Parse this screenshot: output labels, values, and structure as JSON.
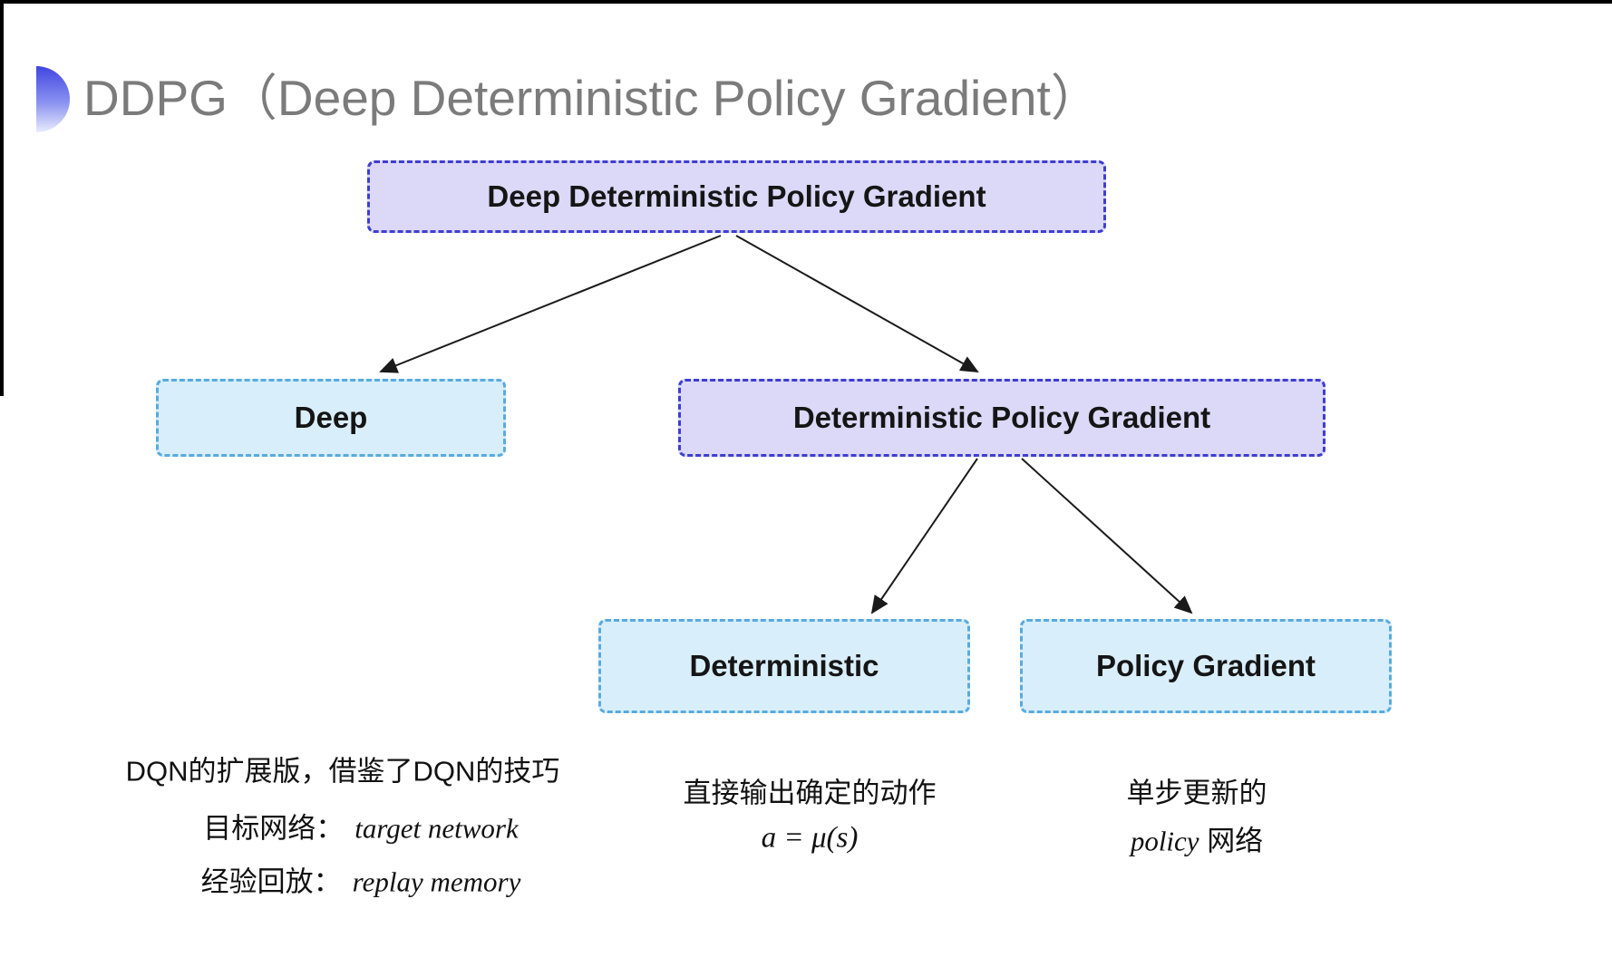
{
  "page": {
    "title": "DDPG（Deep Deterministic Policy Gradient）"
  },
  "diagram": {
    "nodes": {
      "root": {
        "label": "Deep Deterministic Policy Gradient"
      },
      "deep": {
        "label": "Deep"
      },
      "dpg": {
        "label": "Deterministic Policy Gradient"
      },
      "deterministic": {
        "label": "Deterministic"
      },
      "policy_gradient": {
        "label": "Policy Gradient"
      }
    },
    "colors": {
      "purple_fill": "#dcd8f8",
      "purple_border": "#3e3ecf",
      "cyan_fill": "#d9eefb",
      "cyan_border": "#58abdf",
      "arrow": "#1a1a1a",
      "title_gray": "#7b7b7b",
      "icon_blue": "#4146e1"
    },
    "icons": {
      "title_bullet": "half-circle-gradient"
    }
  },
  "notes": {
    "deep_note": {
      "line1": "DQN的扩展版，借鉴了DQN的技巧",
      "line2_zh": "目标网络：",
      "line2_en": "target network",
      "line3_zh": "经验回放：",
      "line3_en": "replay memory"
    },
    "deterministic_note": {
      "line1": "直接输出确定的动作",
      "formula": "a = μ(s)"
    },
    "policy_gradient_note": {
      "line1": "单步更新的",
      "line2_en": "policy",
      "line2_zh": "网络"
    }
  }
}
